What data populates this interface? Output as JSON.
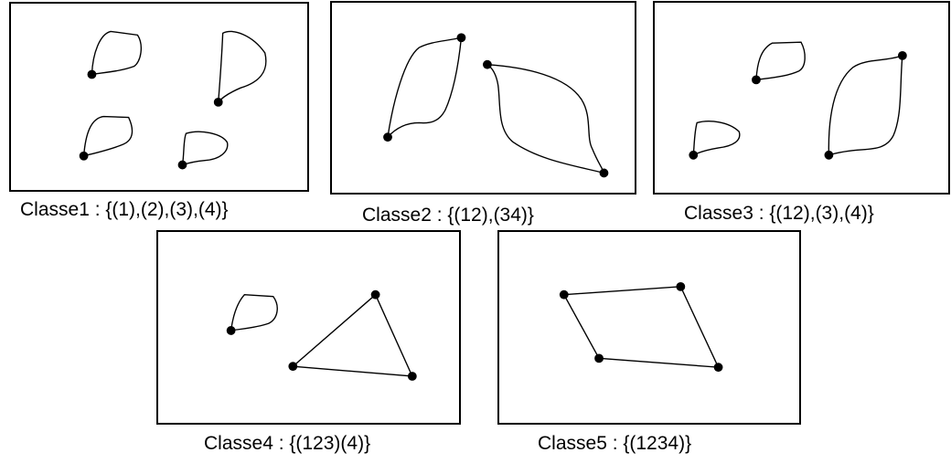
{
  "panels": [
    {
      "id": "classe1",
      "caption": "Classe1 : {(1),(2),(3),(4)}"
    },
    {
      "id": "classe2",
      "caption": "Classe2 : {(12),(34)}"
    },
    {
      "id": "classe3",
      "caption": "Classe3 : {(12),(3),(4)}"
    },
    {
      "id": "classe4",
      "caption": "Classe4 : {(123)(4)}"
    },
    {
      "id": "classe5",
      "caption": "Classe5 : {(1234)}"
    }
  ]
}
